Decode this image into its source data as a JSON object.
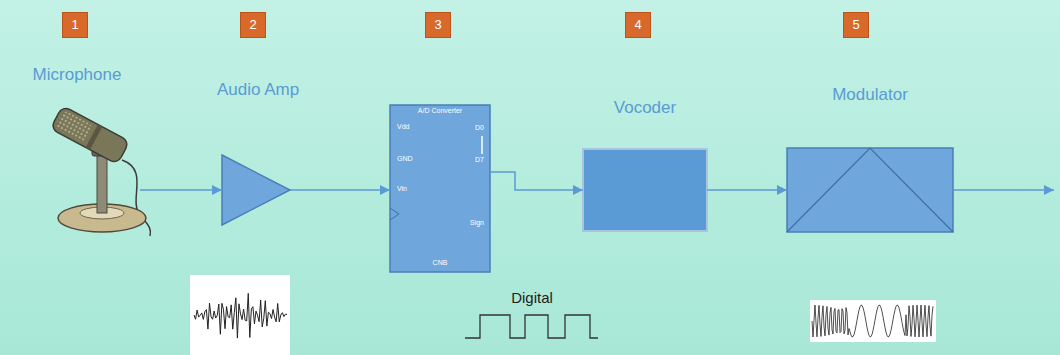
{
  "diagram": {
    "nodes": [
      {
        "text": [
          "1"
        ]
      },
      {
        "text": [
          "Microphone"
        ]
      },
      {
        "text": [
          "2"
        ]
      },
      {
        "text": [
          "Audio Amp"
        ]
      },
      {
        "text": [
          "3"
        ]
      },
      {
        "text": [
          "A/D Converter",
          "Vdd",
          "GND",
          "Vin",
          "D0",
          "D7",
          "Sign",
          "CNB"
        ]
      },
      {
        "text": [
          "4"
        ]
      },
      {
        "text": [
          "Vocoder"
        ]
      },
      {
        "text": [
          "5"
        ]
      },
      {
        "text": [
          "Modulator"
        ]
      }
    ],
    "edges": [
      {
        "from": 1,
        "to": 3,
        "arrow": "to"
      },
      {
        "from": 3,
        "to": 5,
        "arrow": "to"
      },
      {
        "from": 5,
        "to": 7,
        "arrow": "to"
      },
      {
        "from": 7,
        "to": 9,
        "arrow": "to"
      }
    ],
    "labels": [
      "Digital"
    ]
  }
}
